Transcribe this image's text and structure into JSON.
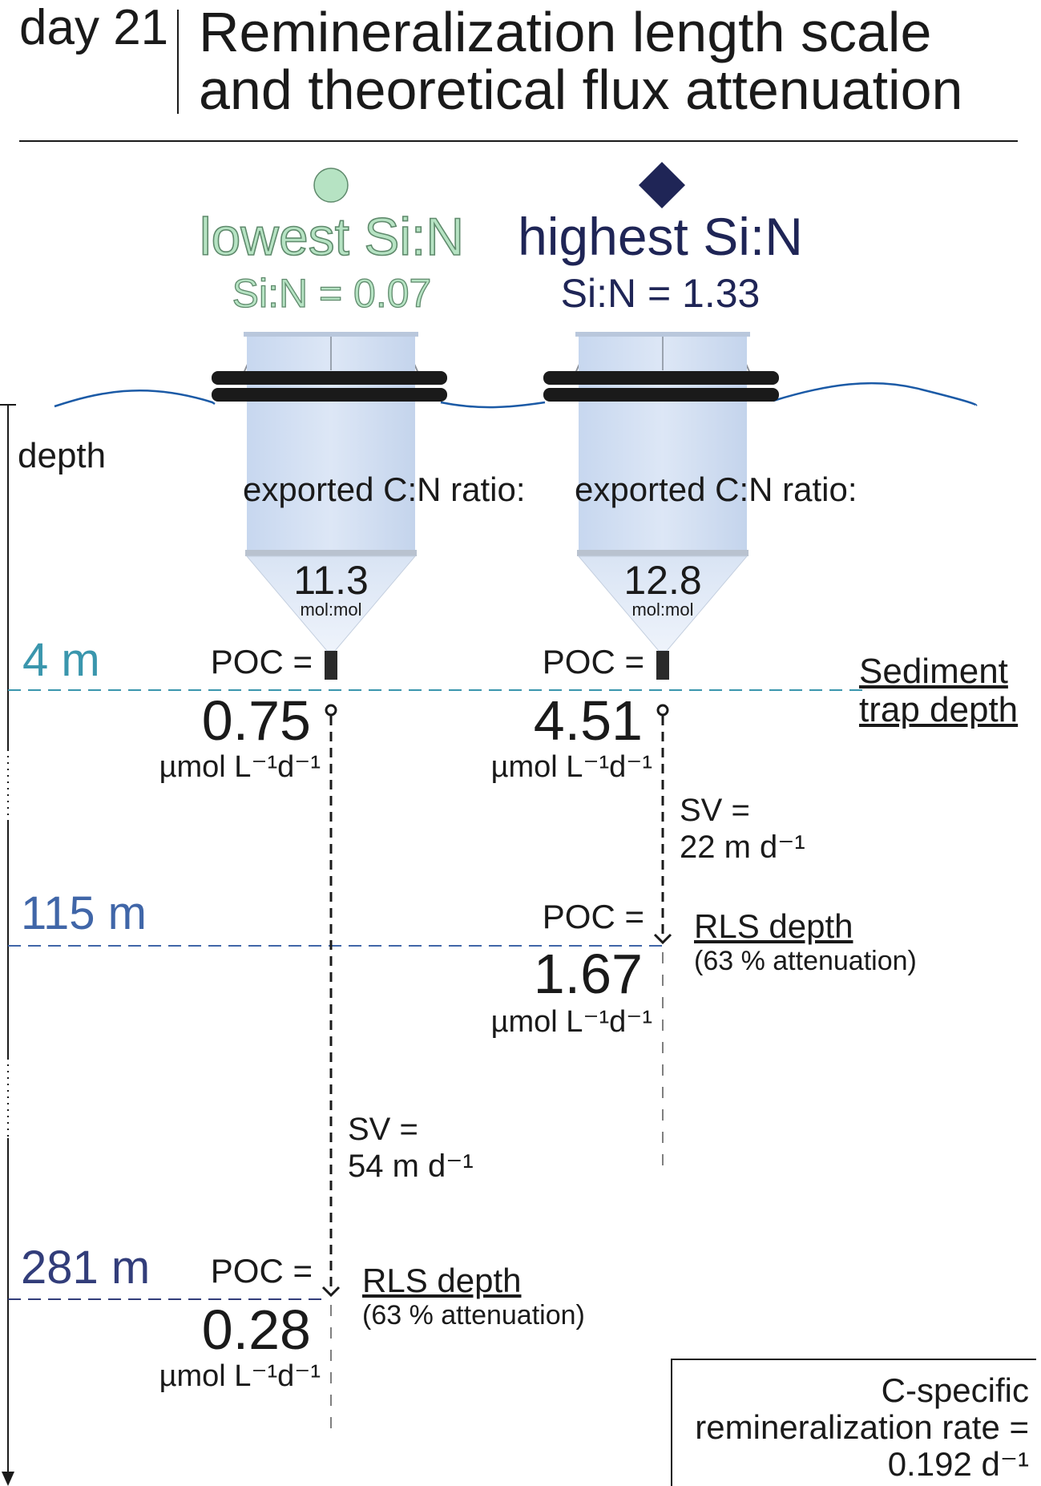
{
  "header": {
    "day": "day 21",
    "title_line1": "Remineralization length scale",
    "title_line2": "and theoretical flux attenuation"
  },
  "treatments": {
    "low": {
      "label": "lowest Si:N",
      "ratio": "Si:N = 0.07",
      "marker": "circle",
      "color": "#b6e3c3",
      "exported_label": "exported C:N ratio:",
      "cn_value": "11.3",
      "cn_unit": "mol:mol",
      "poc_surface_label": "POC =",
      "poc_surface_value": "0.75",
      "poc_surface_unit": "µmol L⁻¹d⁻¹",
      "sv_label": "SV =",
      "sv_value": "54 m d⁻¹",
      "poc_rls_label": "POC =",
      "poc_rls_value": "0.28",
      "poc_rls_unit": "µmol L⁻¹d⁻¹",
      "rls_label": "RLS depth",
      "rls_sub": "(63 % attenuation)"
    },
    "high": {
      "label": "highest Si:N",
      "ratio": "Si:N = 1.33",
      "marker": "diamond",
      "color": "#1f2556",
      "exported_label": "exported C:N ratio:",
      "cn_value": "12.8",
      "cn_unit": "mol:mol",
      "poc_surface_label": "POC =",
      "poc_surface_value": "4.51",
      "poc_surface_unit": "µmol L⁻¹d⁻¹",
      "sv_label": "SV =",
      "sv_value": "22 m d⁻¹",
      "poc_rls_label": "POC =",
      "poc_rls_value": "1.67",
      "poc_rls_unit": "µmol L⁻¹d⁻¹",
      "rls_label": "RLS depth",
      "rls_sub": "(63 % attenuation)"
    }
  },
  "axis": {
    "label": "depth",
    "levels": [
      {
        "depth": "4 m",
        "color": "#3a96ad"
      },
      {
        "depth": "115 m",
        "color": "#4066a8"
      },
      {
        "depth": "281 m",
        "color": "#323d7a"
      }
    ]
  },
  "sediment_trap_label": "Sediment trap depth",
  "rate_box": {
    "line1": "C-specific",
    "line2": "remineralization rate =",
    "line3": "0.192 d⁻¹"
  }
}
